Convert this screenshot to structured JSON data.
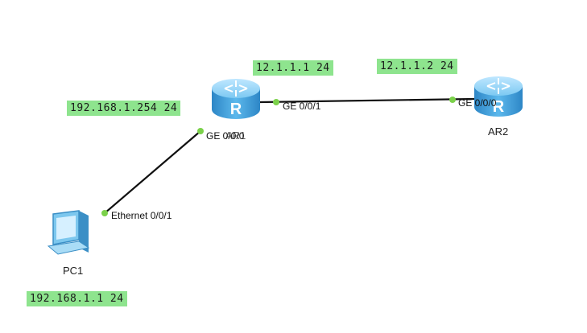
{
  "devices": {
    "pc1": {
      "name": "PC1",
      "type": "pc-icon"
    },
    "ar1": {
      "name": "AR1",
      "type": "router-icon"
    },
    "ar2": {
      "name": "AR2",
      "type": "router-icon"
    }
  },
  "ports": {
    "pc1_eth": "Ethernet 0/0/1",
    "ar1_ge000": "GE 0/0/0",
    "ar1_ge001": "GE 0/0/1",
    "ar2_ge000": "GE 0/0/0"
  },
  "addresses": {
    "pc1": "192.168.1.1 24",
    "ar1_lan": "192.168.1.254 24",
    "ar1_wan": "12.1.1.1 24",
    "ar2_wan": "12.1.1.2 24"
  },
  "colors": {
    "label_bg": "#8ee48e",
    "link": "#111111",
    "port_dot": "#7bd14a",
    "router_body": "#3a9bd8"
  }
}
